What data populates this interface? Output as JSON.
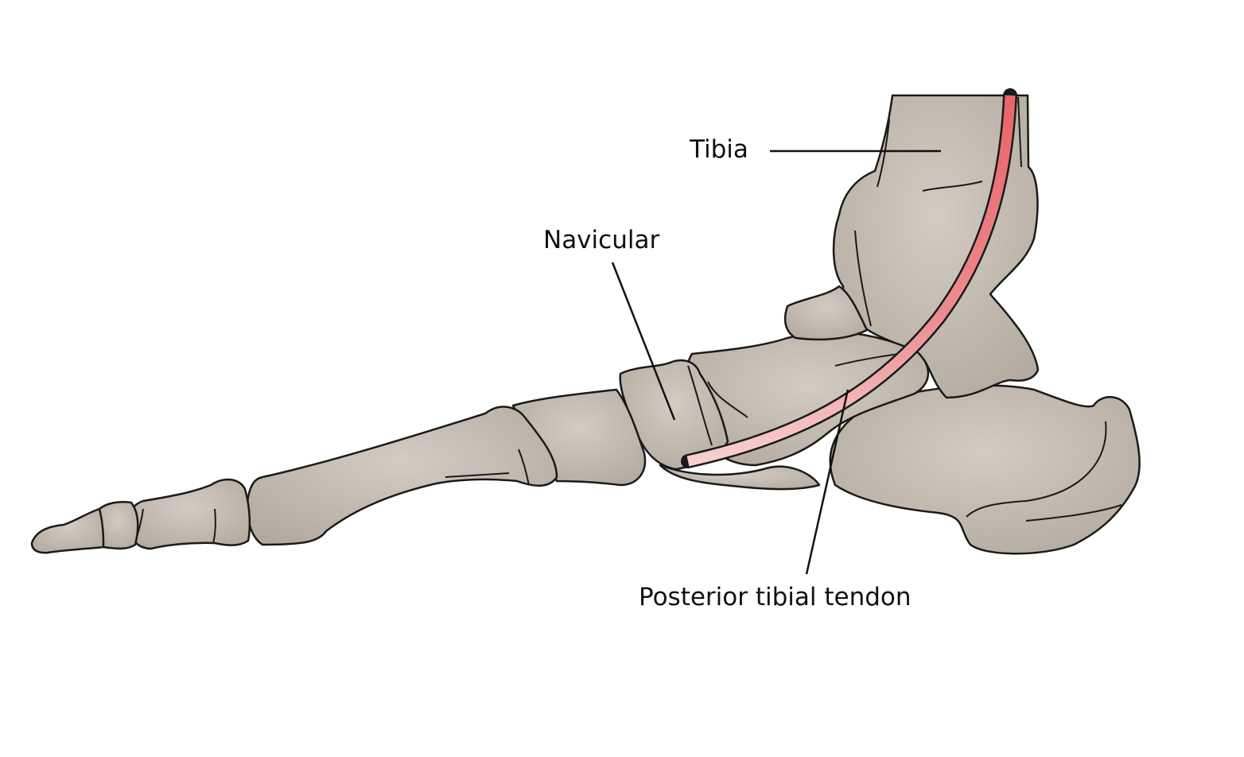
{
  "title": "Foot anatomy – medial view",
  "labels": {
    "tibia": "Tibia",
    "navicular": "Navicular",
    "tendon": "Posterior tibial tendon"
  },
  "colors": {
    "bone": "#bbb3a8",
    "bone_light": "#cfc8bd",
    "outline": "#1a1a1a",
    "tendon_top": "#e8636a",
    "tendon_bottom": "#f6c4c4"
  }
}
